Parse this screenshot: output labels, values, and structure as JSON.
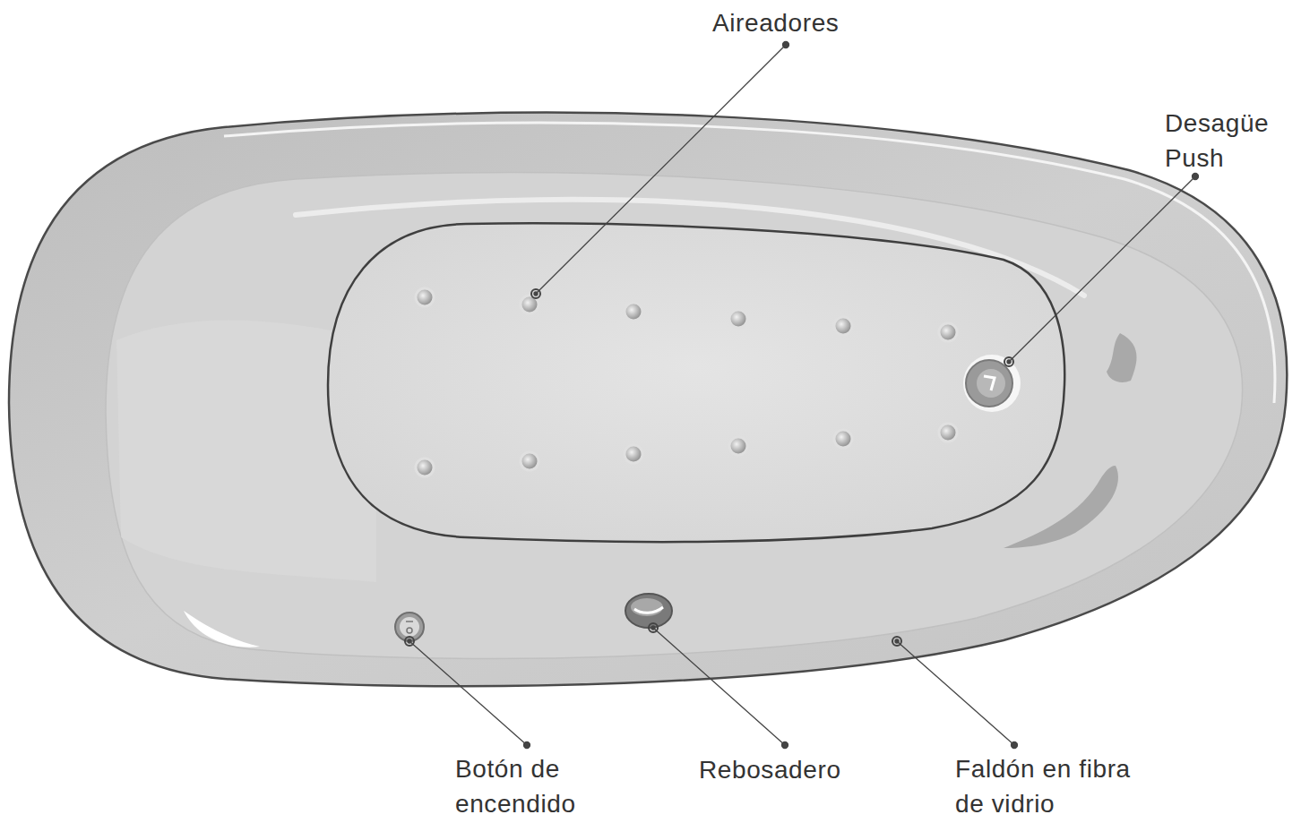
{
  "diagram": {
    "labels": [
      "Aireadores",
      "Desagüe Push",
      "Botón de encendido",
      "Rebosadero",
      "Faldón en fibra de vidrio"
    ]
  }
}
